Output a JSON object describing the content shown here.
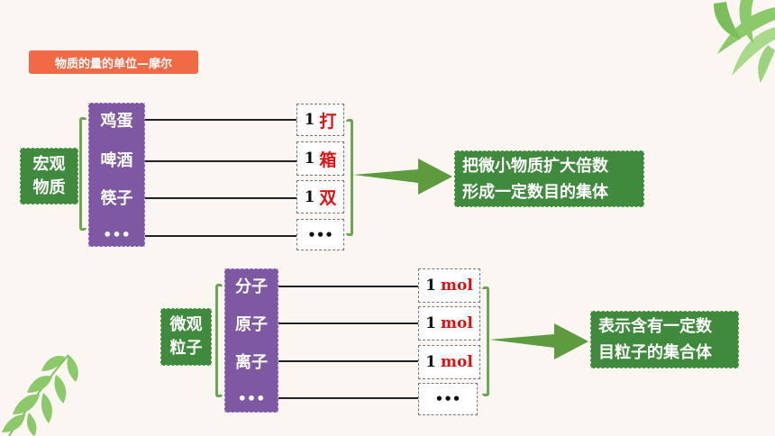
{
  "title": "物质的量的单位—摩尔",
  "macro": {
    "label_lines": [
      "宏观",
      "物质"
    ],
    "items": [
      "鸡蛋",
      "啤酒",
      "筷子",
      "•••"
    ],
    "units": [
      {
        "num": "1",
        "unit": "打"
      },
      {
        "num": "1",
        "unit": "箱"
      },
      {
        "num": "1",
        "unit": "双"
      },
      {
        "num": "",
        "unit": "•••"
      }
    ],
    "result_lines": [
      "把微小物质扩大倍数",
      "形成一定数目的集体"
    ]
  },
  "micro": {
    "label_lines": [
      "微观",
      "粒子"
    ],
    "items": [
      "分子",
      "原子",
      "离子",
      "•••"
    ],
    "units": [
      {
        "num": "1",
        "unit": "mol"
      },
      {
        "num": "1",
        "unit": "mol"
      },
      {
        "num": "1",
        "unit": "mol"
      },
      {
        "num": "",
        "unit": "•••"
      }
    ],
    "result_lines": [
      "表示含有一定数",
      "目粒子的集合体"
    ]
  },
  "colors": {
    "accent": "#ef6a45",
    "green": "#3f8a3c",
    "purple": "#7e58a2",
    "arrow": "#5e9a3e",
    "red": "#e01010"
  }
}
